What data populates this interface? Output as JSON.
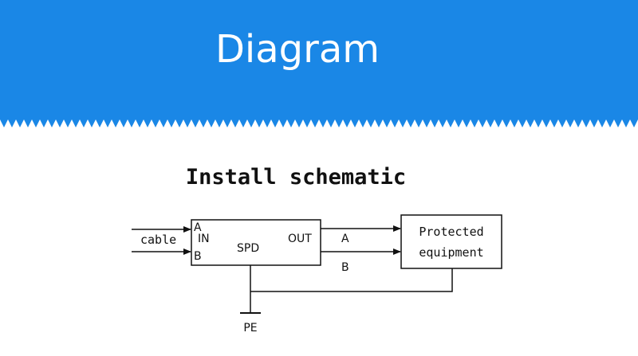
{
  "banner": {
    "title": "Diagram",
    "color": "#1a87e6"
  },
  "schematic": {
    "title": "Install schematic",
    "cable_label": "cable",
    "spd": {
      "label": "SPD",
      "in_label": "IN",
      "out_label": "OUT",
      "in_a": "A",
      "in_b": "B"
    },
    "out_a": "A",
    "out_b": "B",
    "equipment_line1": "Protected",
    "equipment_line2": "equipment",
    "ground_label": "PE"
  }
}
